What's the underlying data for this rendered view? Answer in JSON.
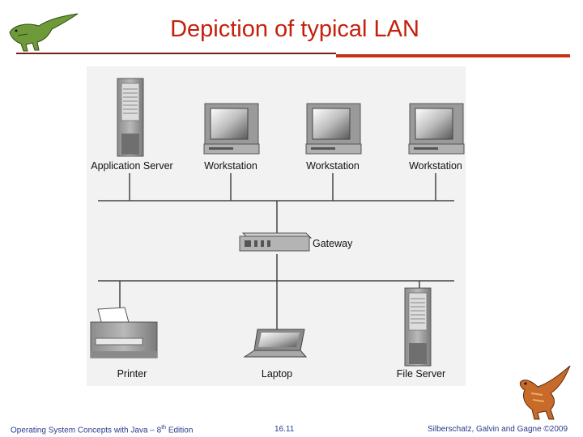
{
  "slide": {
    "title": "Depiction of typical LAN"
  },
  "nodes": {
    "application_server": "Application Server",
    "workstation_1": "Workstation",
    "workstation_2": "Workstation",
    "workstation_3": "Workstation",
    "gateway": "Gateway",
    "printer": "Printer",
    "laptop": "Laptop",
    "file_server": "File Server"
  },
  "footer": {
    "book_prefix": "Operating System Concepts with Java – 8",
    "book_sup": "th",
    "book_suffix": " Edition",
    "page": "16.11",
    "copyright": "Silberschatz, Galvin and Gagne ©2009"
  },
  "colors": {
    "title": "#c4200c",
    "footer_text": "#2a3a8c",
    "diagram_bg": "#f2f2f2"
  }
}
